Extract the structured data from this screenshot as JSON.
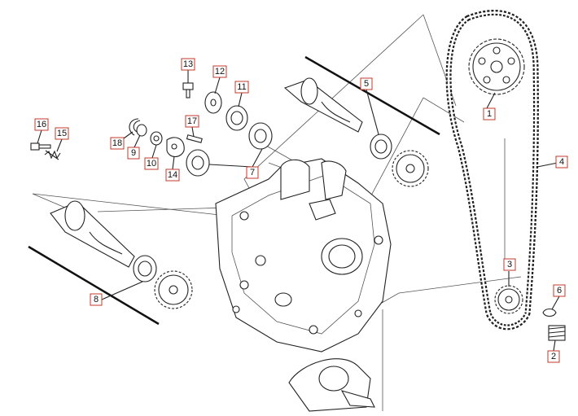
{
  "colors": {
    "label_box": "#c0392b",
    "ink": "#222222"
  },
  "callouts": {
    "c1": "1",
    "c2": "2",
    "c3": "3",
    "c4": "4",
    "c5": "5",
    "c6": "6",
    "c7": "7",
    "c8": "8",
    "c9": "9",
    "c10": "10",
    "c11": "11",
    "c12": "12",
    "c13": "13",
    "c14": "14",
    "c15": "15",
    "c16": "16",
    "c17": "17",
    "c18": "18"
  }
}
